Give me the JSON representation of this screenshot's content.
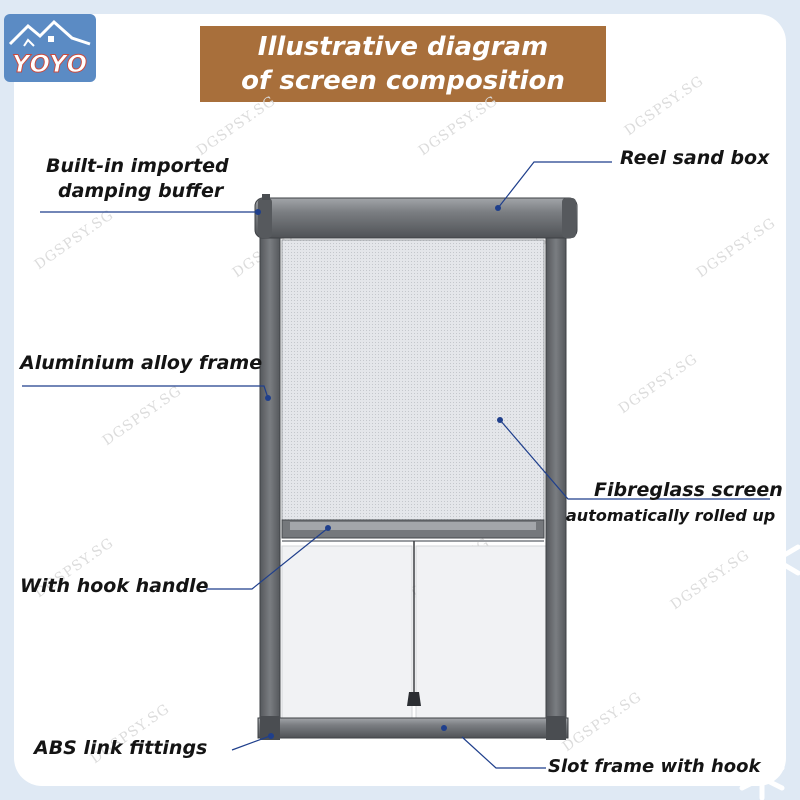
{
  "brand": {
    "logo_text": "YOYO"
  },
  "title": {
    "line1": "Illustrative diagram",
    "line2": "of screen composition"
  },
  "labels": {
    "damping_line1": "Built-in imported",
    "damping_line2": "damping buffer",
    "reel_box": "Reel sand box",
    "frame": "Aluminium alloy frame",
    "screen_line1": "Fibreglass screen",
    "screen_line2": "automatically rolled up",
    "hook_handle": "With hook handle",
    "abs": "ABS link fittings",
    "slot_frame": "Slot frame with hook"
  },
  "watermark": {
    "text": "DGSPSY.SG"
  },
  "colors": {
    "background": "#dfe9f4",
    "title_bg": "#a86f3b",
    "logo_bg": "#5b8bc4",
    "frame": "#6b6e72",
    "leader_line": "#1f3f8c"
  }
}
